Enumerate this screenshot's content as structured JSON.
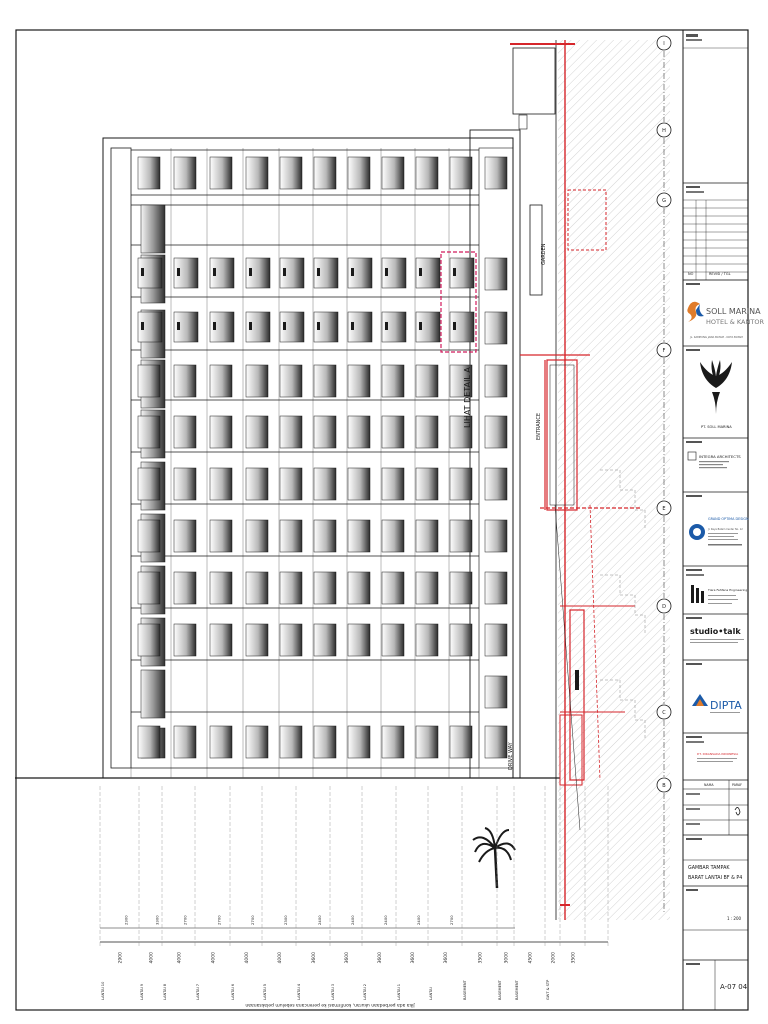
{
  "drawing": {
    "detail_callout": "LIHAT DETAIL A",
    "section_labels": {
      "garden": "GARDEN",
      "entrance": "ENTRANCE",
      "drive_way": "DRIVE WAY"
    },
    "grid_letters": [
      "I",
      "H",
      "G",
      "F",
      "E",
      "D",
      "C",
      "B"
    ],
    "level_dims": [
      "2900",
      "4000",
      "4000",
      "4000",
      "4000",
      "4000",
      "3600",
      "3600",
      "3600",
      "3600",
      "3600",
      "3500",
      "3000",
      "4500",
      "2000",
      "3500"
    ],
    "small_dims": [
      "2300",
      "3300",
      "2700",
      "2700",
      "2700",
      "2300",
      "2400",
      "2400",
      "2400",
      "2400",
      "2700"
    ],
    "level_labels": [
      "LANTAI 10",
      "LANTAI 9",
      "LANTAI 8",
      "LANTAI 7",
      "LANTAI 6",
      "LANTAI 5",
      "LANTAI 4",
      "LANTAI 3",
      "LANTAI 2",
      "LANTAI 1",
      "LANTAI",
      "BASEMENT",
      "BASEMENT",
      "BASEMENT",
      "GWT & STP"
    ],
    "footer_note": "Jika ada perbedaan ukuran, konfirmasi ke perencana sebelum pelaksanaan"
  },
  "title_block": {
    "project_name_line1": "SOLL MARINA",
    "project_name_line2": "HOTEL & KANTOR",
    "project_address": "JL. KAMPUNG JAWA BATAM - KOTA BATAM",
    "owner": "PT. SOLL MARINA",
    "architect": "INTEGRA ARCHITECTS",
    "structural": "GRAND OPTIMA DESIGN",
    "structural_address": "Jl. Raya Batam Center No. 12",
    "mep": "Tiara Fahfana Engineering",
    "interior": "studio•talk",
    "pm": "DIPTA",
    "contractor": "P.T. DIKANSADA INDONESIA",
    "drawing_title_line1": "GAMBAR TAMPAK",
    "drawing_title_line2": "BARAT LANTAI BF & P4",
    "scale": "1 : 200",
    "sheet_no": "A-07 04",
    "revision_header_no": "NO",
    "revision_header_desc": "REVISI / TGL",
    "sign_header_name": "NAMA",
    "sign_header_paraf": "PARAF"
  },
  "colors": {
    "line": "#1a1a1a",
    "red": "#d6262b",
    "magenta": "#d11a5c",
    "blue": "#1b5aa8"
  }
}
